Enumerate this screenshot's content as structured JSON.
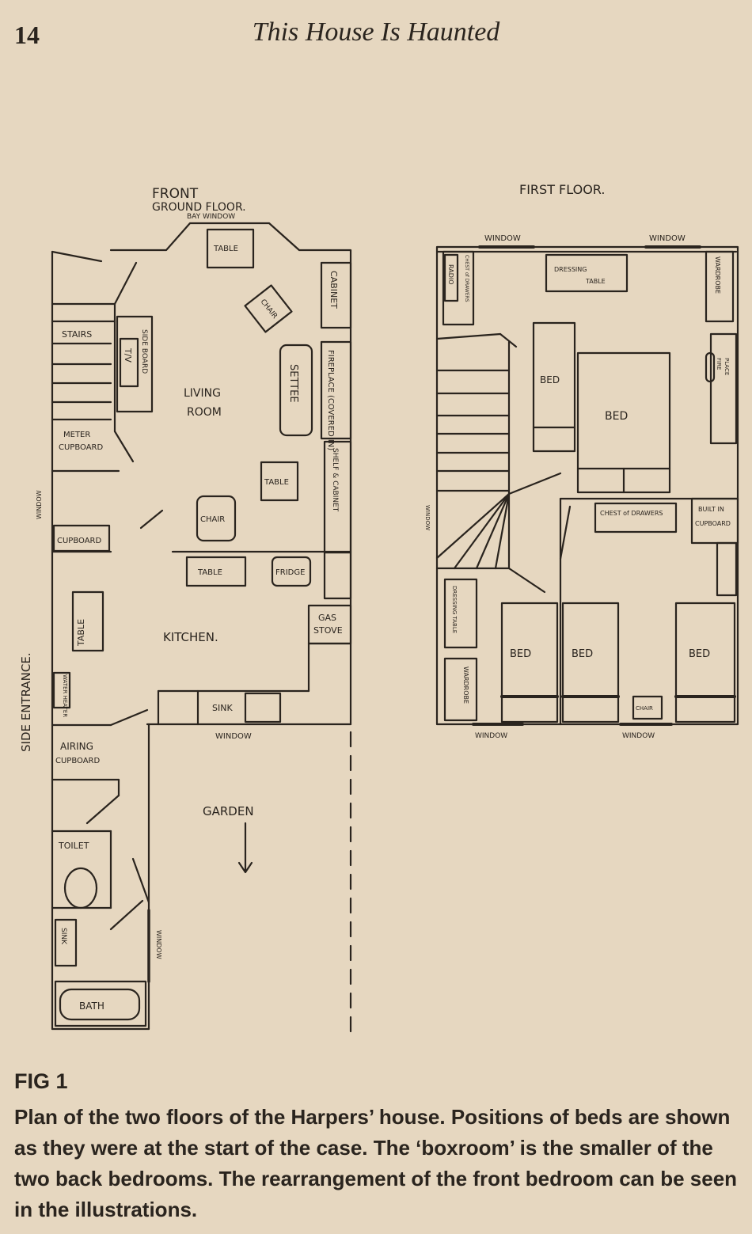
{
  "header": {
    "page_number": "14",
    "running_title": "This House Is Haunted"
  },
  "ground_floor": {
    "title": "FRONT",
    "subtitle": "GROUND FLOOR.",
    "labels": {
      "bay_window": "BAY WINDOW",
      "table_bay": "TABLE",
      "chair_angled": "CHAIR",
      "cabinet": "CABINET",
      "stairs": "STAIRS",
      "tv": "T/V",
      "sideboard": "SIDE BOARD",
      "living_room_1": "LIVING",
      "living_room_2": "ROOM",
      "settee": "SETTEE",
      "fireplace": "FIREPLACE (COVERED IN)",
      "meter_cupboard_1": "METER",
      "meter_cupboard_2": "CUPBOARD",
      "shelf_cabinet": "SHELF & CABINET",
      "table_living": "TABLE",
      "window_side": "WINDOW",
      "chair_living": "CHAIR",
      "cupboard": "CUPBOARD",
      "table_kitchen_top": "TABLE",
      "fridge": "FRIDGE",
      "gas_stove_1": "GAS",
      "gas_stove_2": "STOVE",
      "table_kitchen_left": "TABLE",
      "kitchen": "KITCHEN.",
      "water_heater": "WATER HEATER",
      "sink_kitchen": "SINK",
      "window_kitchen": "WINDOW",
      "airing_cupboard_1": "AIRING",
      "airing_cupboard_2": "CUPBOARD",
      "garden": "GARDEN",
      "toilet": "TOILET",
      "sink_bath": "SINK",
      "window_bath": "WINDOW",
      "bath": "BATH",
      "side_entrance": "SIDE ENTRANCE."
    }
  },
  "first_floor": {
    "title": "FIRST FLOOR.",
    "labels": {
      "window_top_left": "WINDOW",
      "window_top_right": "WINDOW",
      "radio": "RADIO",
      "chest_of_drawers_tl": "CHEST of DRAWERS",
      "dressing_table_top_1": "DRESSING",
      "dressing_table_top_2": "TABLE",
      "wardrobe_top": "WARDROBE",
      "fireplace_1": "FIRE",
      "fireplace_2": "PLACE",
      "bed_small_front": "BED",
      "bed_double": "BED",
      "window_landing": "WINDOW",
      "chest_of_drawers_mid": "CHEST of DRAWERS",
      "built_in_cupboard_1": "BUILT IN",
      "built_in_cupboard_2": "CUPBOARD",
      "dressing_table_back": "DRESSING TABLE",
      "wardrobe_back": "WARDROBE",
      "bed_back_1": "BED",
      "bed_back_2": "BED",
      "bed_back_3": "BED",
      "chair_back": "CHAIR",
      "window_bottom_left": "WINDOW",
      "window_bottom_right": "WINDOW"
    }
  },
  "figure": {
    "label": "FIG 1",
    "caption": "Plan of the two floors of the Harpers’ house. Positions of beds are shown as they were at the start of the case. The ‘boxroom’ is the smaller of the two back bedrooms. The rearrangement of the front bedroom can be seen in the illustrations."
  }
}
